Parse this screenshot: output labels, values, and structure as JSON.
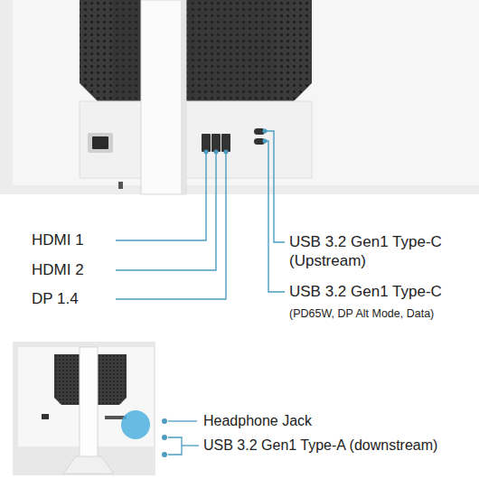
{
  "diagram": {
    "labels": [
      "HDMI 1",
      "HDMI 2",
      "DP 1.4",
      "USB 3.2 Gen1 Type-C (Upstream)",
      "USB 3.2 Gen1 Type-C",
      "(PD65W, DP Alt Mode, Data)",
      "Headphone Jack",
      "USB 3.2 Gen1 Type-A (downstream)"
    ]
  }
}
